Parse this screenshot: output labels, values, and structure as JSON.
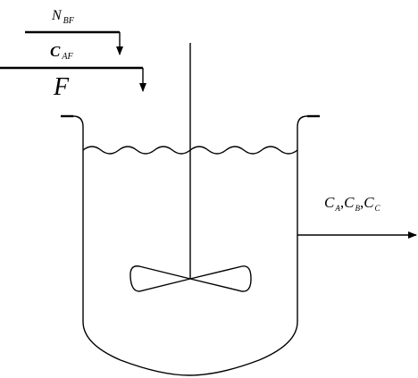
{
  "inlet_streams": {
    "stream_1": {
      "label_main": "N",
      "label_sub": "BF"
    },
    "stream_2": {
      "label_main": "C",
      "label_sub": "AF"
    },
    "stream_3": {
      "label_main": "F"
    }
  },
  "outlet_stream": {
    "c1": {
      "main": "C",
      "sub": "A"
    },
    "c2": {
      "main": "C",
      "sub": "B"
    },
    "c3": {
      "main": "C",
      "sub": "C"
    },
    "separator": ","
  }
}
